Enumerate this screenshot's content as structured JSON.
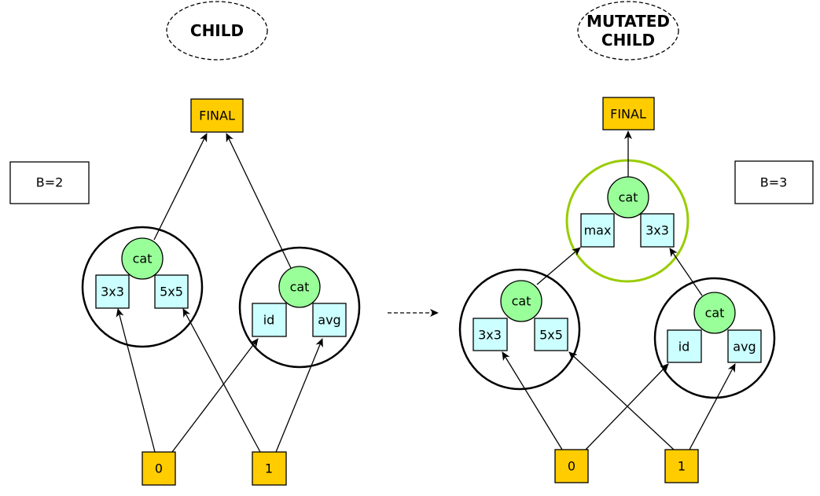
{
  "left": {
    "title": "CHILD",
    "final": "FINAL",
    "b_label": "B=2",
    "cells": [
      {
        "combine": "cat",
        "ops": [
          "3x3",
          "5x5"
        ]
      },
      {
        "combine": "cat",
        "ops": [
          "id",
          "avg"
        ]
      }
    ],
    "inputs": [
      "0",
      "1"
    ]
  },
  "right": {
    "title_line1": "MUTATED",
    "title_line2": "CHILD",
    "final": "FINAL",
    "b_label": "B=3",
    "mutated_cell": {
      "combine": "cat",
      "ops": [
        "max",
        "3x3"
      ]
    },
    "cells": [
      {
        "combine": "cat",
        "ops": [
          "3x3",
          "5x5"
        ]
      },
      {
        "combine": "cat",
        "ops": [
          "id",
          "avg"
        ]
      }
    ],
    "inputs": [
      "0",
      "1"
    ]
  },
  "colors": {
    "input": "#ffcc00",
    "op": "#ccffff",
    "combine": "#99ff99",
    "mutated": "#99cc00"
  }
}
